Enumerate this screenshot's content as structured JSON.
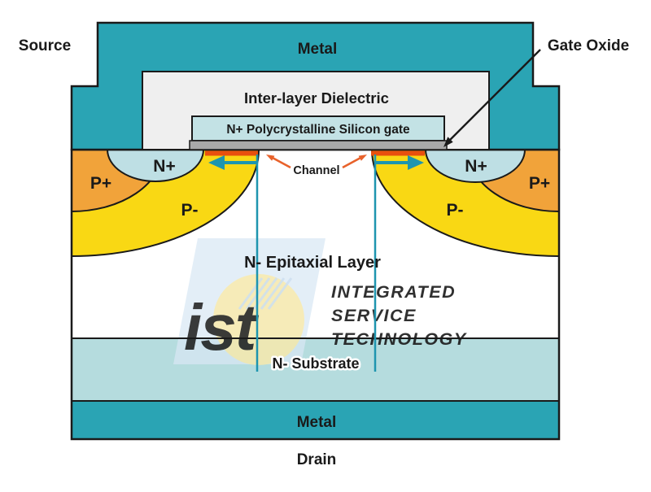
{
  "diagram": {
    "labels": {
      "source": "Source",
      "drain": "Drain",
      "gate_oxide": "Gate Oxide",
      "metal_top": "Metal",
      "metal_bottom": "Metal",
      "inter_layer_dielectric": "Inter-layer Dielectric",
      "poly_gate": "N+ Polycrystalline Silicon gate",
      "n_epitaxial": "N- Epitaxial Layer",
      "n_substrate": "N- Substrate",
      "n_plus": "N+",
      "p_plus": "P+",
      "p_minus": "P-",
      "channel": "Channel"
    },
    "watermark": {
      "logo": "ist",
      "line1": "INTEGRATED",
      "line2": "SERVICE",
      "line3": "TECHNOLOGY"
    },
    "colors": {
      "metal": "#2AA4B4",
      "ild": "#EFEFEF",
      "poly": "#C3E2E5",
      "oxide": "#A9A9A9",
      "n_plus": "#BEDFE4",
      "p_plus": "#F1A33A",
      "p_minus": "#F9D814",
      "substrate": "#B5DCDE",
      "channel_strip": "#E8500E",
      "flow_arrow": "#1E95AF",
      "channel_label": "#E8622B",
      "substrate_label": "#1F93B5",
      "watermark_shape": "#D8E7F4",
      "watermark_text": "#CBDFF1",
      "logo_letters": "#E9F1F8",
      "logo_circle": "#F7E9A8",
      "outline": "#1A1A1A"
    }
  }
}
